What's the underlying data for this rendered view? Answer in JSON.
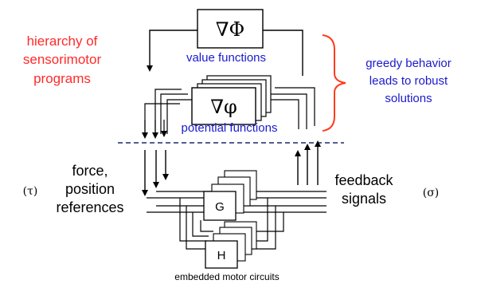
{
  "title_left": {
    "lines": [
      "hierarchy of",
      "sensorimotor",
      "programs"
    ],
    "color": "#ff2a2a"
  },
  "note_right": {
    "lines": [
      "greedy behavior",
      "leads to robust",
      "solutions"
    ],
    "color": "#1a1acc",
    "brace_color": "#ff3a1a"
  },
  "top_block": {
    "symbol": "∇Φ",
    "caption": "value functions",
    "caption_color": "#1a1acc"
  },
  "mid_block": {
    "symbol": "∇φ",
    "caption": "potential functions",
    "caption_color": "#1a1acc"
  },
  "divider_color": "#1a2a6a",
  "left_label": {
    "symbol": "(τ)",
    "lines": [
      "force,",
      "position",
      "references"
    ]
  },
  "right_label": {
    "symbol": "(σ)",
    "lines": [
      "feedback",
      "signals"
    ]
  },
  "circuit_blocks": [
    "G",
    "H"
  ],
  "circuit_caption": "embedded motor circuits"
}
